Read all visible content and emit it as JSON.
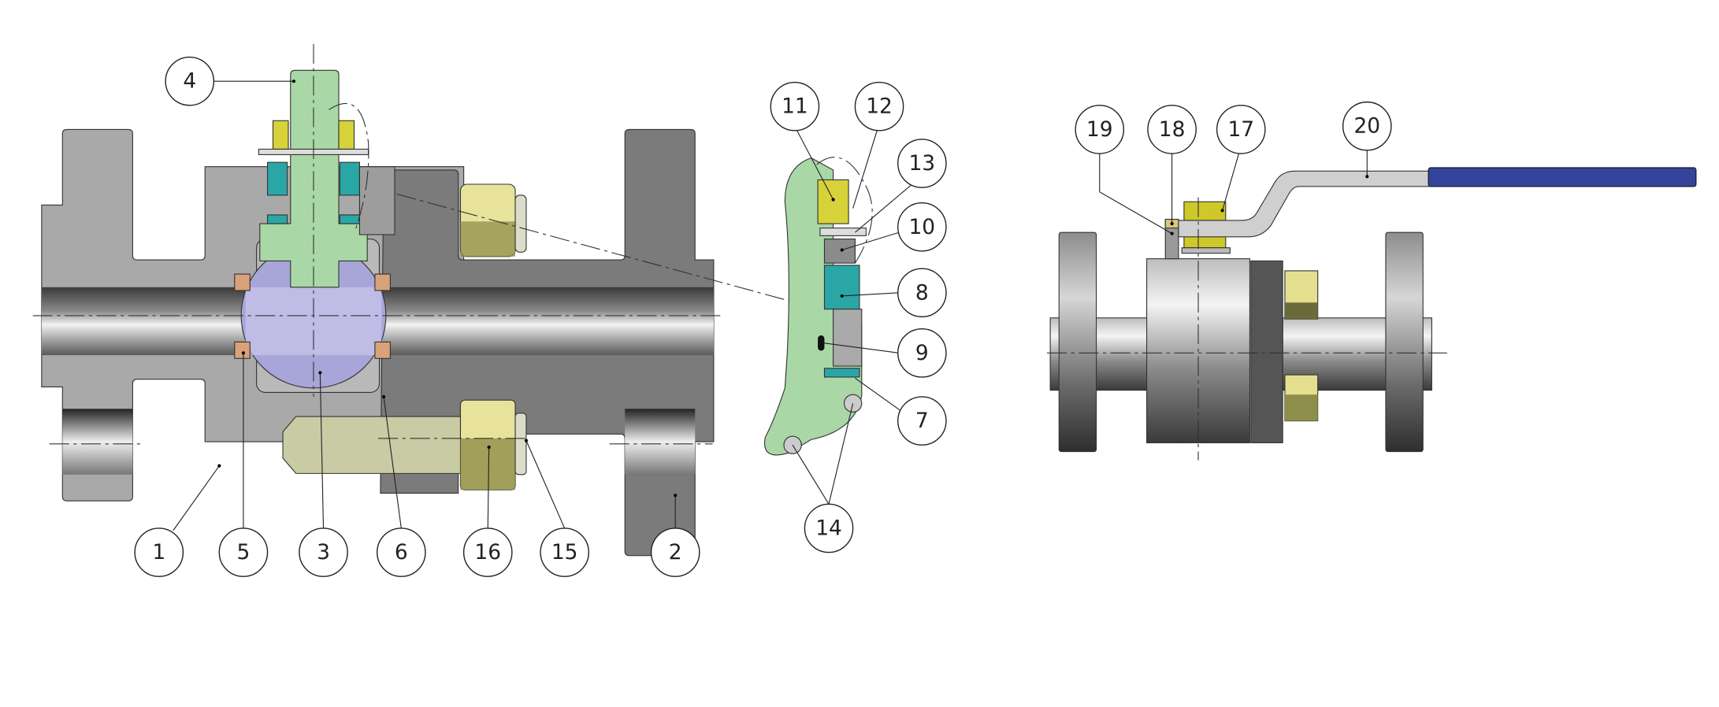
{
  "diagram": {
    "title": "Forged steel ball valve - sectional view, stem detail and side view",
    "callouts": {
      "c1": "1",
      "c2": "2",
      "c3": "3",
      "c4": "4",
      "c5": "5",
      "c6": "6",
      "c7": "7",
      "c8": "8",
      "c9": "9",
      "c10": "10",
      "c11": "11",
      "c12": "12",
      "c13": "13",
      "c14": "14",
      "c15": "15",
      "c16": "16",
      "c17": "17",
      "c18": "18",
      "c19": "19",
      "c20": "20"
    },
    "colors": {
      "body_light": "#a9a9a9",
      "body_dark": "#7b7b7b",
      "stem": "#a9d8a6",
      "ball": "#a8a5d8",
      "seat": "#d9a27a",
      "packing": "#2aa6a6",
      "nut_yellow": "#d8d23a",
      "bolt": "#c9cba4",
      "handle_grip": "#33449a"
    }
  }
}
